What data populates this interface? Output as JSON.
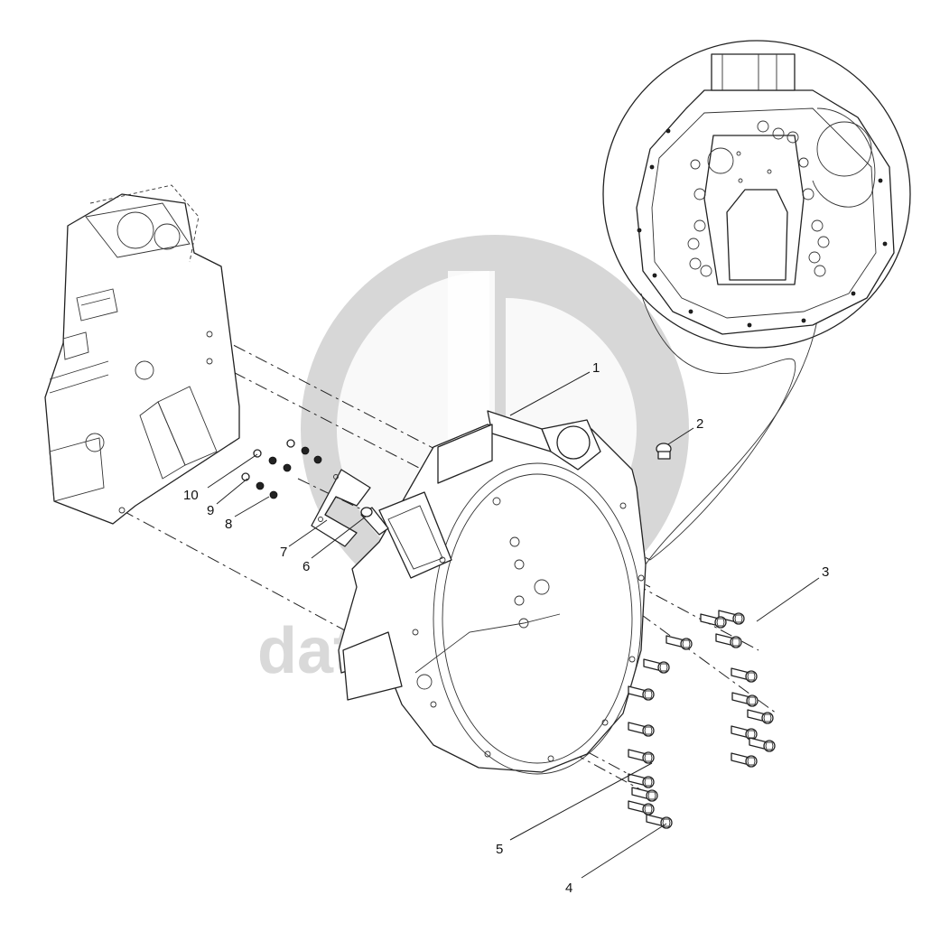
{
  "watermark": {
    "text": "data-parts",
    "color": "#d9d9d9"
  },
  "callouts": [
    {
      "id": "1",
      "label": "1"
    },
    {
      "id": "2",
      "label": "2"
    },
    {
      "id": "3",
      "label": "3"
    },
    {
      "id": "4",
      "label": "4"
    },
    {
      "id": "5",
      "label": "5"
    },
    {
      "id": "6",
      "label": "6"
    },
    {
      "id": "7",
      "label": "7"
    },
    {
      "id": "8",
      "label": "8"
    },
    {
      "id": "9",
      "label": "9"
    },
    {
      "id": "10",
      "label": "10"
    }
  ],
  "colors": {
    "line": "#222222",
    "background": "#ffffff"
  }
}
